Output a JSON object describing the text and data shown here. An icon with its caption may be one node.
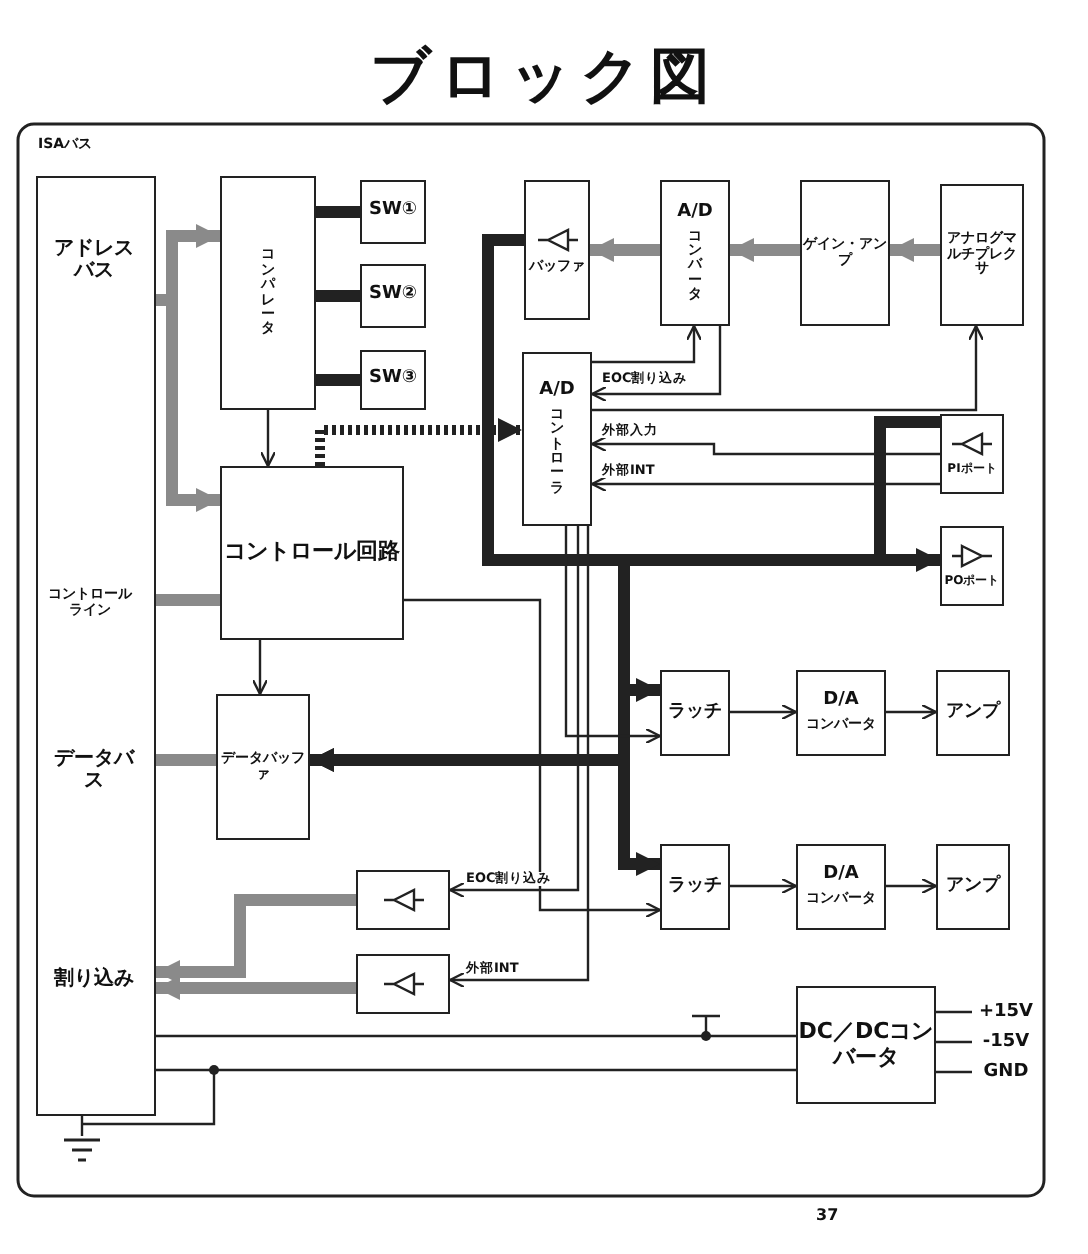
{
  "diagram": {
    "title": "ブロック図",
    "nodes": [
      {
        "text": [
          "ISAバス",
          "アドレスバス",
          "コントロールライン",
          "データバス",
          "割り込み"
        ]
      },
      {
        "text": [
          "コンパレータ"
        ]
      },
      {
        "text": [
          "SW①"
        ]
      },
      {
        "text": [
          "SW②"
        ]
      },
      {
        "text": [
          "SW③"
        ]
      },
      {
        "text": [
          "コントロール回路"
        ]
      },
      {
        "text": [
          "データバッファ"
        ]
      },
      {
        "text": [
          "バッファ"
        ]
      },
      {
        "text": [
          "A/D",
          "コンバータ"
        ]
      },
      {
        "text": [
          "ゲイン・アンプ"
        ]
      },
      {
        "text": [
          "アナログマルチプレクサ"
        ]
      },
      {
        "text": [
          "A/D",
          "コントローラ"
        ]
      },
      {
        "text": [
          "PIポート"
        ]
      },
      {
        "text": [
          "POポート"
        ]
      },
      {
        "text": [
          "ラッチ"
        ]
      },
      {
        "text": [
          "D/A",
          "コンバータ"
        ]
      },
      {
        "text": [
          "アンプ"
        ]
      },
      {
        "text": [
          "ラッチ"
        ]
      },
      {
        "text": [
          "D/A",
          "コンバータ"
        ]
      },
      {
        "text": [
          "アンプ"
        ]
      },
      {
        "text": [],
        "shape": "box"
      },
      {
        "text": [],
        "shape": "box"
      },
      {
        "text": [
          "DC／DCコンバータ"
        ]
      },
      {
        "text": [
          "+15V"
        ]
      },
      {
        "text": [
          "-15V"
        ]
      },
      {
        "text": [
          "GND"
        ]
      },
      {
        "text": [],
        "shape": "ground"
      }
    ],
    "edges": [
      {
        "from": 0,
        "to": 1,
        "arrow": "to",
        "style": "thick",
        "color": "#8a8a8a"
      },
      {
        "from": 0,
        "to": 5,
        "arrow": "to",
        "style": "thick",
        "color": "#8a8a8a"
      },
      {
        "from": 1,
        "to": 2,
        "arrow": "none",
        "style": "thick"
      },
      {
        "from": 1,
        "to": 3,
        "arrow": "none",
        "style": "thick"
      },
      {
        "from": 1,
        "to": 4,
        "arrow": "none",
        "style": "thick"
      },
      {
        "from": 1,
        "to": 5,
        "arrow": "to"
      },
      {
        "from": 0,
        "to": 5,
        "arrow": "none",
        "style": "thick",
        "color": "#8a8a8a"
      },
      {
        "from": 5,
        "to": 6,
        "arrow": "to"
      },
      {
        "from": 0,
        "to": 6,
        "arrow": "none",
        "style": "thick",
        "color": "#8a8a8a"
      },
      {
        "from": 5,
        "to": 11,
        "arrow": "to",
        "style": "dashed"
      },
      {
        "from": 7,
        "to": 6,
        "arrow": "to",
        "style": "thick"
      },
      {
        "from": 12,
        "to": 6,
        "arrow": "to",
        "style": "thick"
      },
      {
        "from": 6,
        "to": 13,
        "arrow": "to",
        "style": "thick"
      },
      {
        "from": 6,
        "to": 14,
        "arrow": "to",
        "style": "thick"
      },
      {
        "from": 6,
        "to": 17,
        "arrow": "to",
        "style": "thick"
      },
      {
        "from": 8,
        "to": 7,
        "arrow": "to",
        "style": "thick",
        "color": "#8a8a8a"
      },
      {
        "from": 9,
        "to": 8,
        "arrow": "to",
        "style": "thick",
        "color": "#8a8a8a"
      },
      {
        "from": 10,
        "to": 9,
        "arrow": "to",
        "style": "thick",
        "color": "#8a8a8a"
      },
      {
        "from": 11,
        "to": 8,
        "arrow": "to"
      },
      {
        "from": 8,
        "to": 11,
        "arrow": "to",
        "label": "EOC割り込み"
      },
      {
        "from": 11,
        "to": 10,
        "arrow": "to"
      },
      {
        "from": 12,
        "to": 11,
        "arrow": "to",
        "label": "外部入力"
      },
      {
        "from": 12,
        "to": 11,
        "arrow": "to",
        "label": "外部INT"
      },
      {
        "from": 11,
        "to": 14,
        "arrow": "to"
      },
      {
        "from": 5,
        "to": 17,
        "arrow": "to"
      },
      {
        "from": 11,
        "to": 20,
        "arrow": "to",
        "label": "EOC割り込み"
      },
      {
        "from": 11,
        "to": 21,
        "arrow": "to",
        "label": "外部INT"
      },
      {
        "from": 20,
        "to": 0,
        "arrow": "to",
        "style": "thick",
        "color": "#8a8a8a"
      },
      {
        "from": 21,
        "to": 0,
        "arrow": "to",
        "style": "thick",
        "color": "#8a8a8a"
      },
      {
        "from": 14,
        "to": 15,
        "arrow": "to"
      },
      {
        "from": 15,
        "to": 16,
        "arrow": "to"
      },
      {
        "from": 17,
        "to": 18,
        "arrow": "to"
      },
      {
        "from": 18,
        "to": 19,
        "arrow": "to"
      },
      {
        "from": 22,
        "to": 23,
        "arrow": "none"
      },
      {
        "from": 22,
        "to": 24,
        "arrow": "none"
      },
      {
        "from": 22,
        "to": 25,
        "arrow": "none"
      },
      {
        "from": 0,
        "to": 22,
        "arrow": "none"
      },
      {
        "from": 0,
        "to": 22,
        "arrow": "none"
      },
      {
        "from": 0,
        "to": 26,
        "arrow": "none"
      }
    ],
    "labels": [
      "37"
    ]
  }
}
